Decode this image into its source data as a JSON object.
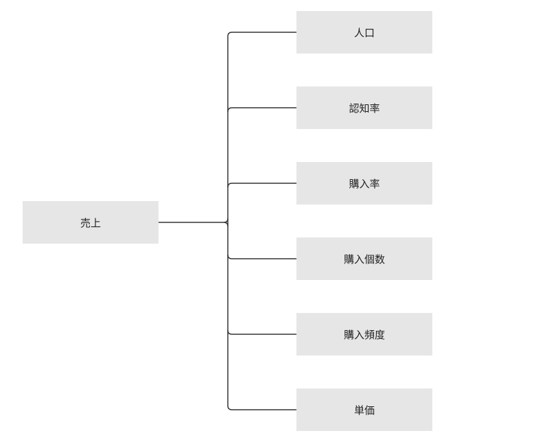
{
  "diagram": {
    "root": {
      "label": "売上"
    },
    "children": [
      {
        "label": "人口"
      },
      {
        "label": "認知率"
      },
      {
        "label": "購入率"
      },
      {
        "label": "購入個数"
      },
      {
        "label": "購入頻度"
      },
      {
        "label": "単価"
      }
    ],
    "colors": {
      "node_fill": "#e6e6e6",
      "connector": "#333333",
      "text": "#222222"
    }
  }
}
